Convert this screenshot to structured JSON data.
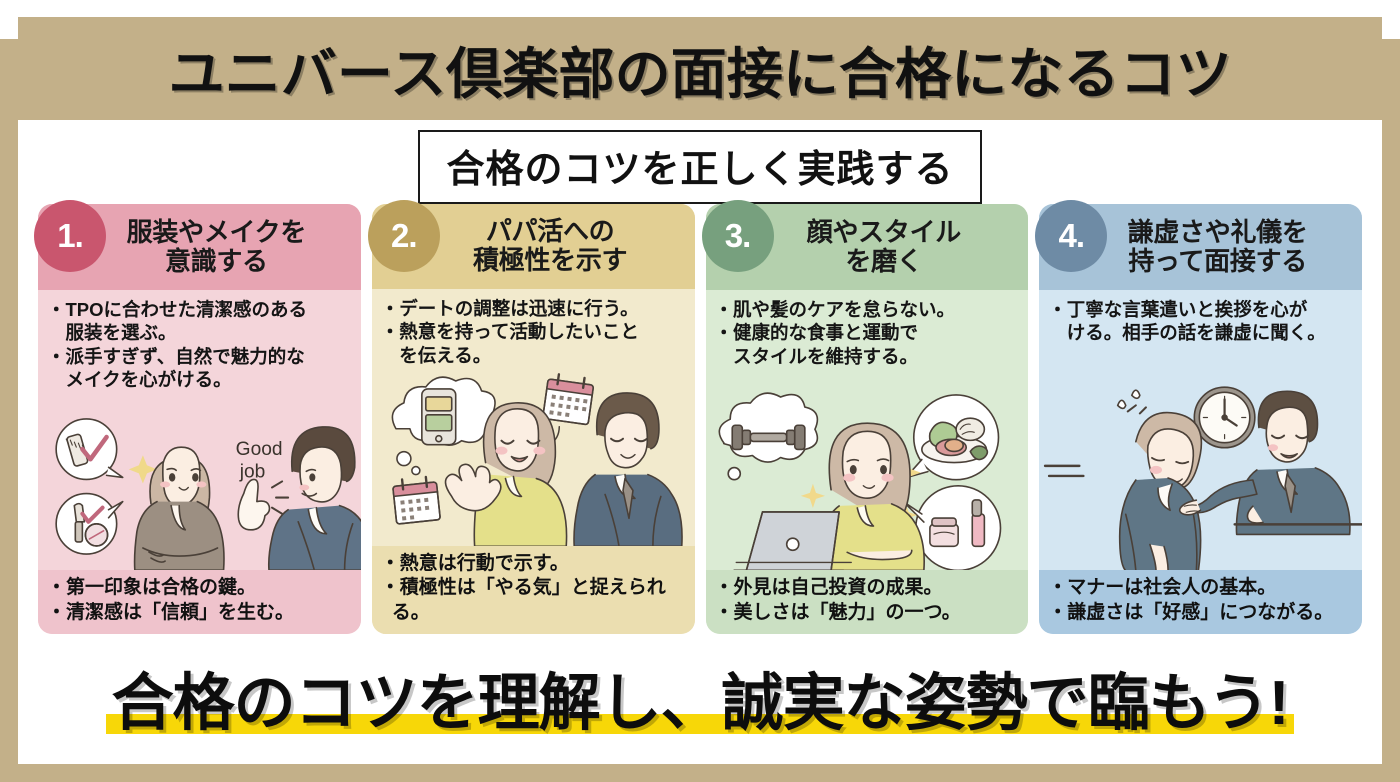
{
  "poster": {
    "title": "ユニバース倶楽部の面接に合格になるコツ",
    "subtitle": "合格のコツを正しく実践する",
    "banner": "合格のコツを理解し、誠実な姿勢で臨もう!",
    "frame_color": "#c3b089",
    "banner_highlight_color": "#f7d708"
  },
  "cards": [
    {
      "number": "1.",
      "title_line1": "服装やメイクを",
      "title_line2": "意識する",
      "bullets": [
        "・TPOに合わせた清潔感のある",
        "　服装を選ぶ。",
        "・派手すぎず、自然で魅力的な",
        "　メイクを心がける。"
      ],
      "footer": [
        "・第一印象は合格の鍵。",
        "・清潔感は「信頼」を生む。"
      ],
      "illustration_caption": "Good job",
      "badge_color": "#c9566e",
      "header_color": "#e7a4b2",
      "body_color": "#f4d5da",
      "footer_color": "#efc3cc"
    },
    {
      "number": "2.",
      "title_line1": "パパ活への",
      "title_line2": "積極性を示す",
      "bullets": [
        "・デートの調整は迅速に行う。",
        "・熱意を持って活動したいこと",
        "　を伝える。"
      ],
      "footer": [
        "・熱意は行動で示す。",
        "・積極性は「やる気」と捉えられる。"
      ],
      "illustration_caption": "",
      "badge_color": "#bba05c",
      "header_color": "#e2cf93",
      "body_color": "#f2eacd",
      "footer_color": "#ebdeb0"
    },
    {
      "number": "3.",
      "title_line1": "顔やスタイル",
      "title_line2": "を磨く",
      "bullets": [
        "・肌や髪のケアを怠らない。",
        "・健康的な食事と運動で",
        "　スタイルを維持する。"
      ],
      "footer": [
        "・外見は自己投資の成果。",
        "・美しさは「魅力」の一つ。"
      ],
      "illustration_caption": "",
      "badge_color": "#77a07e",
      "header_color": "#b4d0ad",
      "body_color": "#dbebd4",
      "footer_color": "#cbe0c3"
    },
    {
      "number": "4.",
      "title_line1": "謙虚さや礼儀を",
      "title_line2": "持って面接する",
      "bullets": [
        "・丁寧な言葉遣いと挨拶を心が",
        "　ける。相手の話を謙虚に聞く。"
      ],
      "footer": [
        "・マナーは社会人の基本。",
        "・謙虚さは「好感」につながる。"
      ],
      "illustration_caption": "",
      "badge_color": "#6e8ba5",
      "header_color": "#a7c3d8",
      "body_color": "#d4e6f2",
      "footer_color": "#a9c8e0"
    }
  ]
}
